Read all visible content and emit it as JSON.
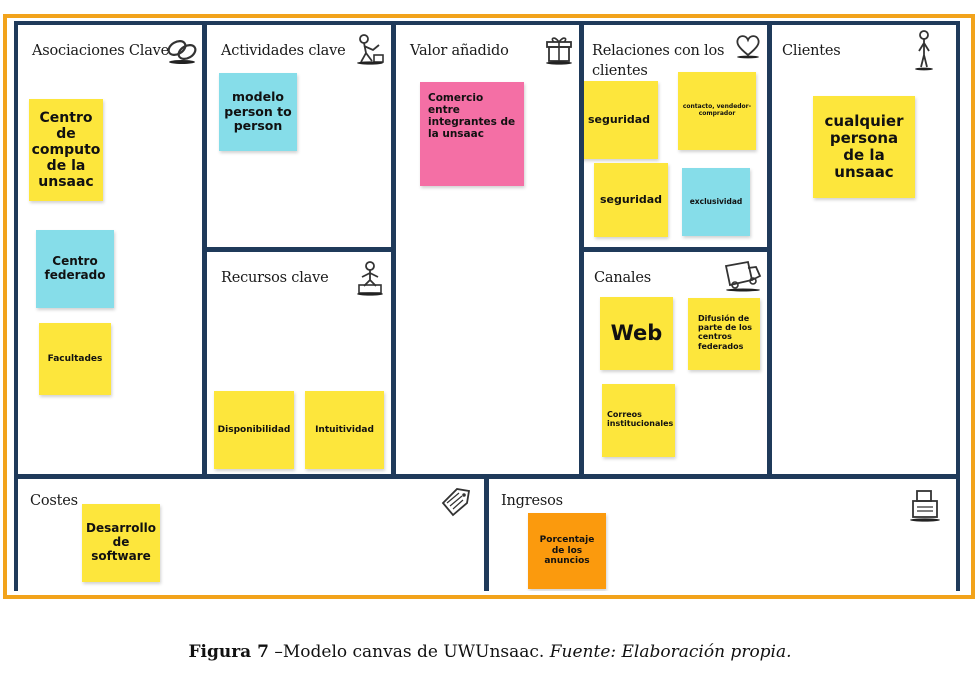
{
  "canvas": {
    "key_partners": {
      "title": "Asociaciones Clave",
      "icon": "chain-link-icon",
      "notes": [
        "Centro de computo de la unsaac",
        "Centro federado",
        "Facultades"
      ]
    },
    "key_activities": {
      "title": "Actividades clave",
      "icon": "person-working-icon",
      "notes": [
        "modelo person to person"
      ]
    },
    "key_resources": {
      "title": "Recursos clave",
      "icon": "worker-icon",
      "notes": [
        "Disponibilidad",
        "Intuitividad"
      ]
    },
    "value_proposition": {
      "title": "Valor añadido",
      "icon": "gift-box-icon",
      "notes": [
        "Comercio entre integrantes de la unsaac"
      ]
    },
    "customer_relationships": {
      "title": "Relaciones con los clientes",
      "icon": "heart-icon",
      "notes": [
        "seguridad",
        "contacto, vendedor-comprador",
        "seguridad",
        "exclusividad"
      ]
    },
    "channels": {
      "title": "Canales",
      "icon": "delivery-truck-icon",
      "notes": [
        "Web",
        "Difusión de parte de los centros federados",
        "Correos institucionales"
      ]
    },
    "customer_segments": {
      "title": "Clientes",
      "icon": "standing-person-icon",
      "notes": [
        "cualquier persona de la unsaac"
      ]
    },
    "cost_structure": {
      "title": "Costes",
      "icon": "price-tag-icon",
      "notes": [
        "Desarrollo de software"
      ]
    },
    "revenue_streams": {
      "title": "Ingresos",
      "icon": "cash-register-icon",
      "notes": [
        "Porcentaje de los anuncios"
      ]
    }
  },
  "colors": {
    "frame": "#f2a31b",
    "grid": "#1f3a5a",
    "yellow_note": "#fde63c",
    "cyan_note": "#86dde9",
    "pink_note": "#f46fa5",
    "orange_note": "#fb9a0d"
  },
  "caption": {
    "label": "Figura 7",
    "text": " –Modelo canvas de UWUnsaac. ",
    "source": "Fuente: Elaboración propia."
  }
}
